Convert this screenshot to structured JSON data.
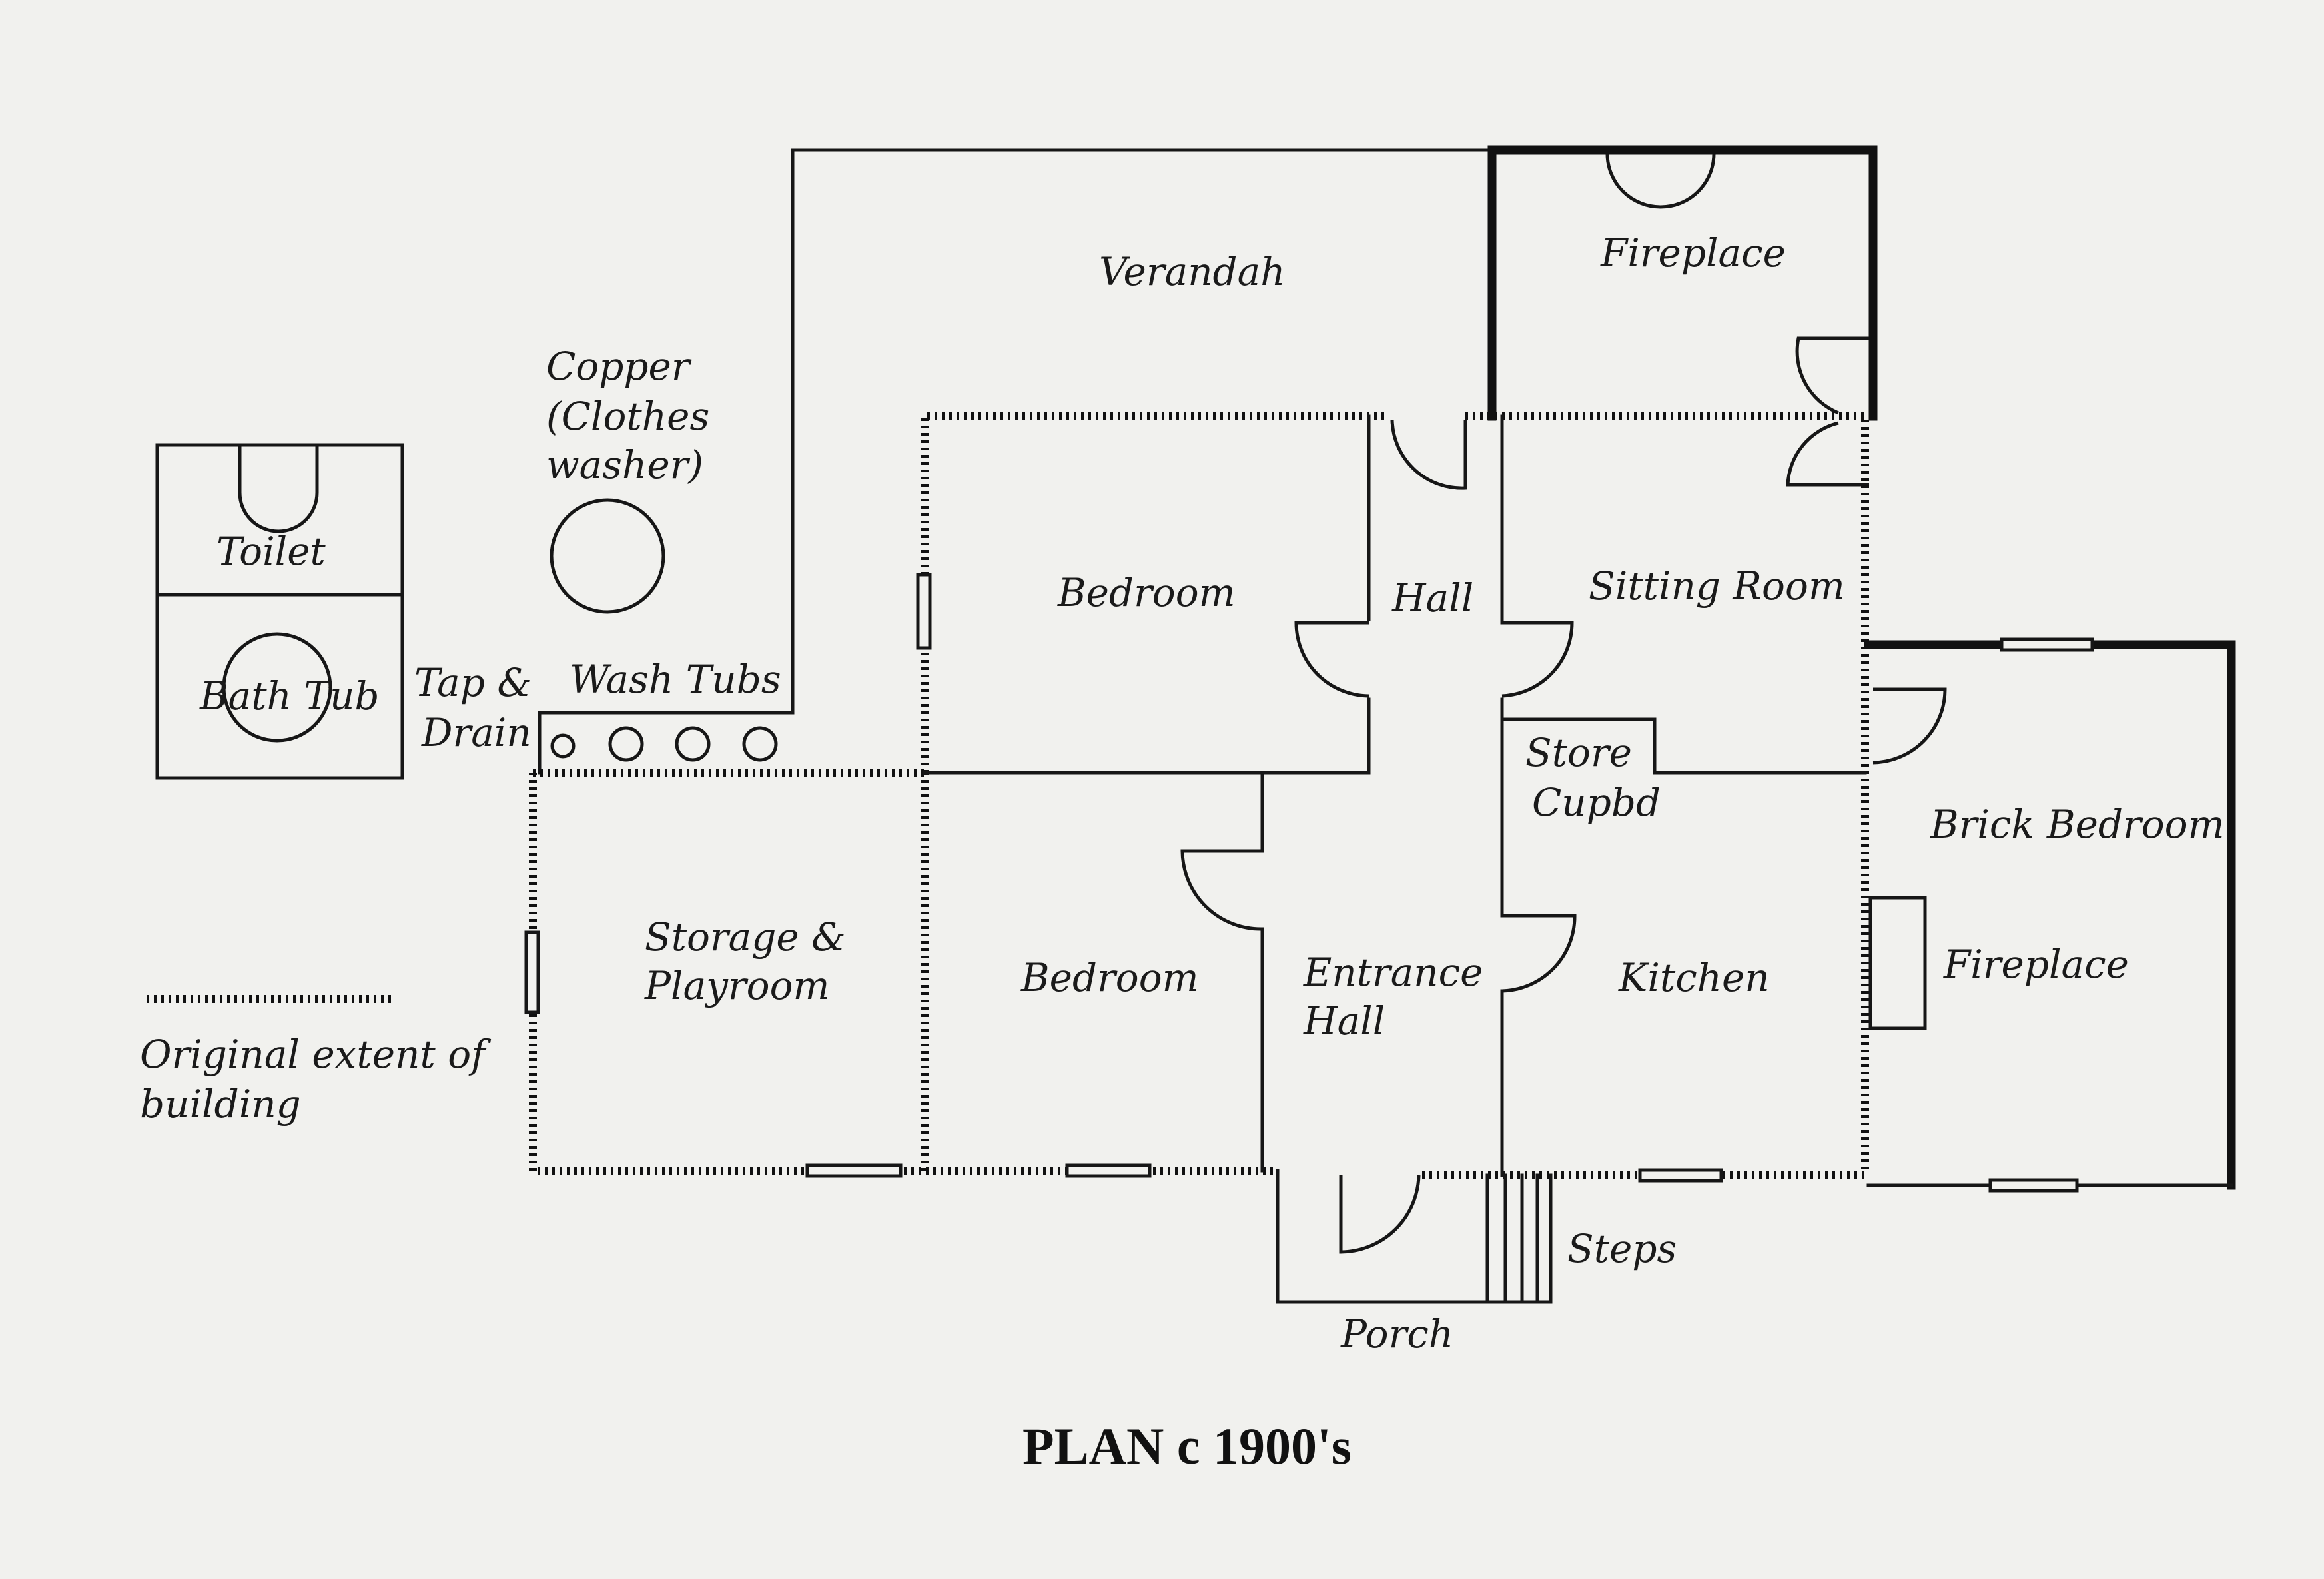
{
  "title": "PLAN c 1900's",
  "legend": {
    "text_line1": "Original extent of",
    "text_line2": "building"
  },
  "rooms": {
    "verandah": "Verandah",
    "fireplace_top": "Fireplace",
    "bedroom_top": "Bedroom",
    "hall": "Hall",
    "sitting_room": "Sitting Room",
    "store_line1": "Store",
    "store_line2": "Cupbd",
    "brick_bedroom": "Brick Bedroom",
    "fireplace_right": "Fireplace",
    "storage_line1": "Storage &",
    "storage_line2": "Playroom",
    "bedroom_bottom": "Bedroom",
    "entrance_line1": "Entrance",
    "entrance_line2": "Hall",
    "kitchen": "Kitchen",
    "porch": "Porch",
    "steps": "Steps"
  },
  "outbuildings": {
    "toilet": "Toilet",
    "bath_tub": "Bath Tub",
    "copper_line1": "Copper",
    "copper_line2": "(Clothes",
    "copper_line3": "washer)",
    "tap_line1": "Tap &",
    "tap_line2": "Drain",
    "wash_tubs": "Wash Tubs"
  }
}
